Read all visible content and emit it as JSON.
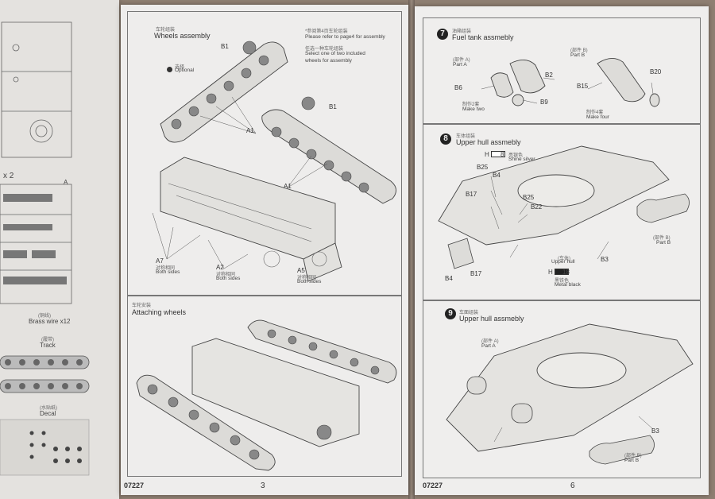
{
  "left_page": {
    "multiplier": "x 2",
    "brass_cn": "(铜线)",
    "brass_label": "Brass wire x12",
    "track_cn": "(履带)",
    "track_label": "Track",
    "decal_cn": "(水贴纸)",
    "decal_label": "Decal",
    "sprue_letter": "A"
  },
  "page3": {
    "wheels": {
      "title_cn": "车轮组装",
      "title": "Wheels assembly",
      "optional_cn": "选择",
      "optional": "Optional",
      "note_cn1": "*参阅第4页车轮组装",
      "note1": "Please refer to page4 for assembly",
      "note_cn2": "任选一种车轮组装",
      "note2a": "Select one of two included",
      "note2b": "wheels for assembly",
      "parts": {
        "b1_top": "B1",
        "b1_mid": "B1",
        "a1_left": "A1",
        "a1_right": "A1",
        "a7": "A7",
        "a2": "A2",
        "a5": "A5"
      },
      "both_cn": "对称相同",
      "both": "Both sides"
    },
    "attaching": {
      "title_cn": "车轮安装",
      "title": "Attaching wheels"
    },
    "footer_code": "07227",
    "page_number": "3"
  },
  "page6": {
    "step7": {
      "number": "7",
      "title_cn": "油箱组装",
      "title": "Fuel tank assmebly",
      "part_a_cn": "(部件 A)",
      "part_a": "Part A",
      "part_b_cn": "(部件 B)",
      "part_b": "Part B",
      "make_two_cn": "制作2套",
      "make_two": "Make two",
      "make_four_cn": "制作4套",
      "make_four": "Make four",
      "parts": {
        "b2": "B2",
        "b6": "B6",
        "b9": "B9",
        "b15": "B15",
        "b20": "B20"
      }
    },
    "step8": {
      "number": "8",
      "title_cn": "车体组装",
      "title": "Upper hull assmebly",
      "color_h_top": "H",
      "color_top_code": "8",
      "shine_cn": "亮银色",
      "shine": "Shine silver",
      "color_h_bottom": "H",
      "color_bottom_code": "18",
      "metal_cn": "黑铁色",
      "metal": "Metal black",
      "upper_hull_cn": "(车体)",
      "upper_hull": "Upper hull",
      "part_b_cn": "(部件 B)",
      "part_b": "Part B",
      "parts": {
        "b25_l": "B25",
        "b4_top": "B4",
        "b17_top": "B17",
        "b25_r": "B25",
        "b22": "B22",
        "b3": "B3",
        "b4_bottom": "B4",
        "b17_bottom": "B17"
      }
    },
    "step9": {
      "number": "9",
      "title_cn": "车面组装",
      "title": "Upper hull assmebly",
      "part_a_cn": "(部件 A)",
      "part_a": "Part A",
      "part_b_cn": "(部件 B)",
      "part_b": "Part B",
      "parts": {
        "b3": "B3"
      }
    },
    "footer_code": "07227",
    "page_number": "6"
  },
  "colors": {
    "background": "#8f7f72",
    "paper": "#eeedec",
    "ink": "#333333"
  }
}
